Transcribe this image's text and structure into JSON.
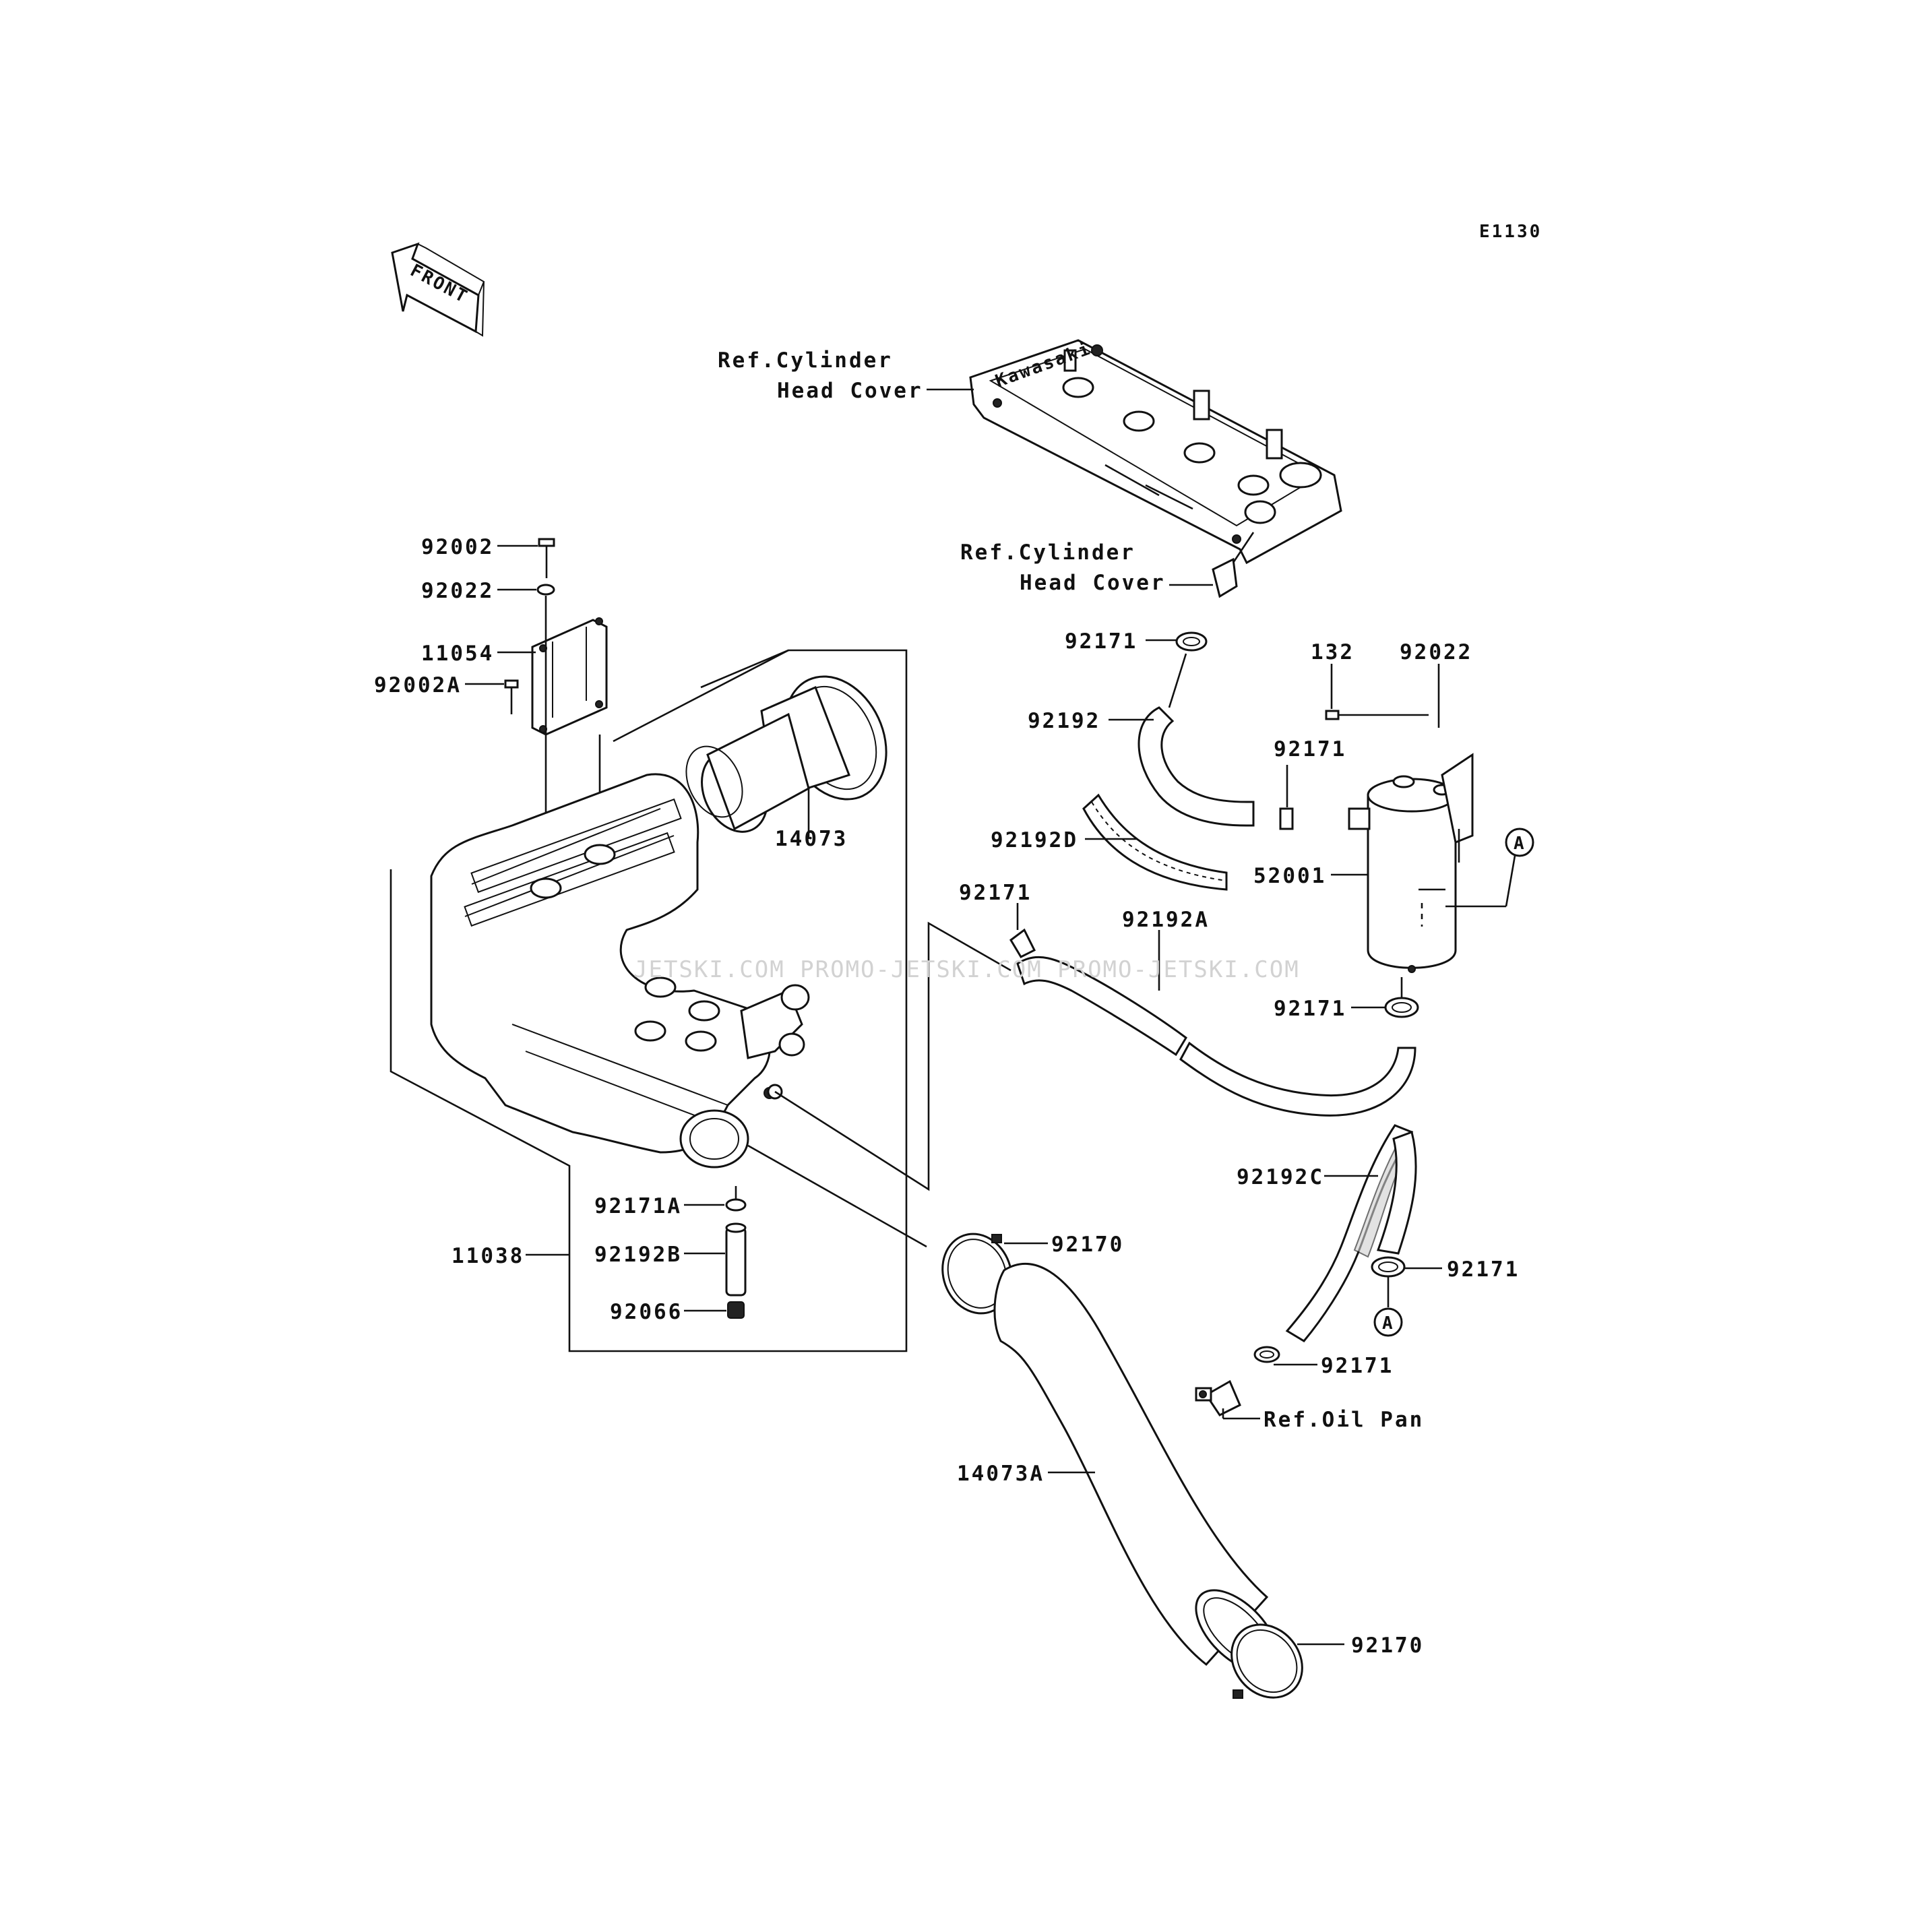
{
  "diagram_code": "E1130",
  "front_label": "FRONT",
  "labels": {
    "ref_cyl_cover_1_line1": "Ref.Cylinder",
    "ref_cyl_cover_1_line2": "Head Cover",
    "ref_cyl_cover_2_line1": "Ref.Cylinder",
    "ref_cyl_cover_2_line2": "Head Cover",
    "ref_oil_pan": "Ref.Oil Pan",
    "p92002": "92002",
    "p92022_left": "92022",
    "p11054": "11054",
    "p92002A": "92002A",
    "p14073": "14073",
    "p92171_a": "92171",
    "p132": "132",
    "p92022_right": "92022",
    "p92192": "92192",
    "p92171_b": "92171",
    "p92192D": "92192D",
    "p52001": "52001",
    "p92171_c": "92171",
    "p92192A": "92192A",
    "p92171_d": "92171",
    "p92192C": "92192C",
    "p92171_e": "92171",
    "p92171A": "92171A",
    "p11038": "11038",
    "p92192B": "92192B",
    "p92170_top": "92170",
    "p92066": "92066",
    "p92171_f": "92171",
    "p14073A": "14073A",
    "p92170_bottom": "92170",
    "ref_A_1": "A",
    "ref_A_2": "A"
  },
  "watermark": "JETSKI.COM  PROMO-JETSKI.COM  PROMO-JETSKI.COM",
  "colors": {
    "line": "#111111",
    "background": "#ffffff",
    "watermark": "#d2d2d2"
  }
}
